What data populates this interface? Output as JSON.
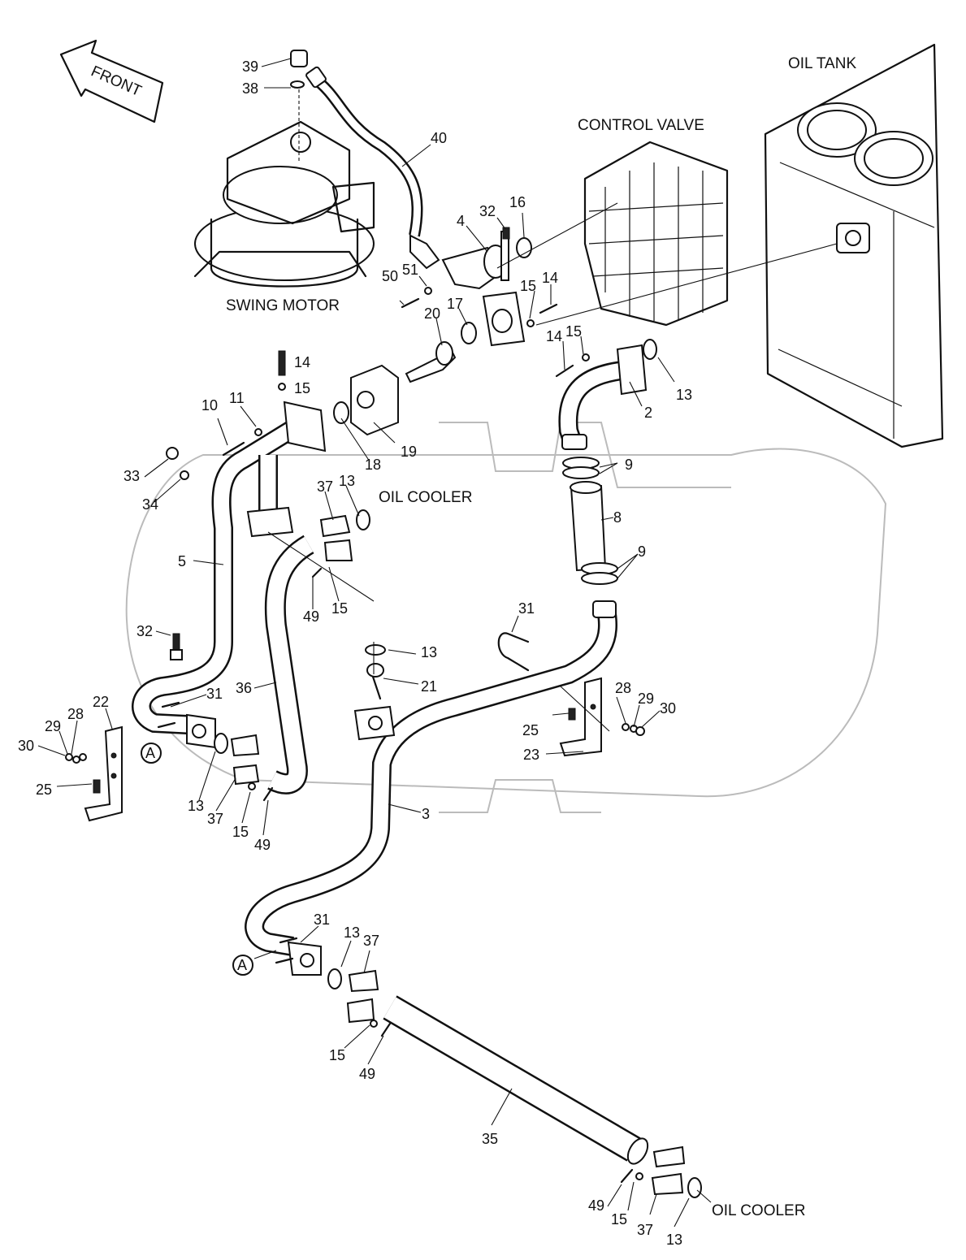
{
  "direction_label": "FRONT",
  "components": {
    "oil_tank": "OIL TANK",
    "control_valve": "CONTROL VALVE",
    "swing_motor": "SWING MOTOR",
    "oil_cooler_1": "OIL COOLER",
    "oil_cooler_2": "OIL COOLER"
  },
  "callout": "A",
  "part_labels": {
    "p39": "39",
    "p38": "38",
    "p40": "40",
    "p32a": "32",
    "p16": "16",
    "p4": "4",
    "p50": "50",
    "p51": "51",
    "p15a": "15",
    "p14a": "14",
    "p20": "20",
    "p17": "17",
    "p14b": "14",
    "p15b": "15",
    "p14c": "14",
    "p15c": "15",
    "p13a": "13",
    "p2": "2",
    "p10": "10",
    "p11": "11",
    "p18": "18",
    "p19": "19",
    "p33": "33",
    "p34": "34",
    "p37a": "37",
    "p13b": "13",
    "p9a": "9",
    "p8": "8",
    "p9b": "9",
    "p5": "5",
    "p49a": "49",
    "p15d": "15",
    "p32b": "32",
    "p13c": "13",
    "p31a": "31",
    "p21": "21",
    "p31b": "31",
    "p36": "36",
    "p28a": "28",
    "p29a": "29",
    "p30a": "30",
    "p25a": "25",
    "p23": "23",
    "p22": "22",
    "p28b": "28",
    "p29b": "29",
    "p30b": "30",
    "p25b": "25",
    "p13d": "13",
    "p37b": "37",
    "p15e": "15",
    "p49b": "49",
    "p3": "3",
    "p31c": "31",
    "p13e": "13",
    "p37c": "37",
    "p15f": "15",
    "p49c": "49",
    "p35": "35",
    "p49d": "49",
    "p15g": "15",
    "p37d": "37",
    "p13f": "13"
  }
}
